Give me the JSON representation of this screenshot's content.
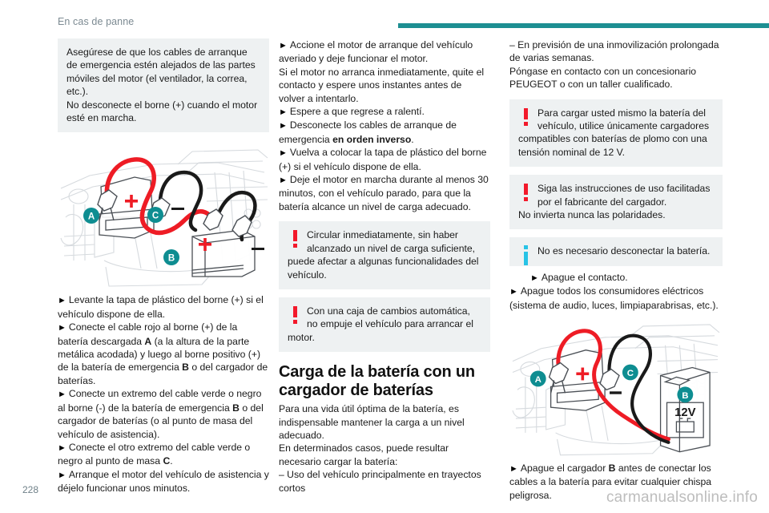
{
  "header": {
    "title": "En cas de panne",
    "rule_color": "#1d8f92"
  },
  "footer": {
    "page_number": "228",
    "watermark": "carmanualsonline.info"
  },
  "colors": {
    "accent_teal": "#1d8f92",
    "warning_red": "#f3192b",
    "info_cyan": "#28c3e6",
    "note_bg": "#eef1f2",
    "cable_red": "#ee1c25",
    "cable_black": "#1a1a1a"
  },
  "column1": {
    "warning_box": {
      "icon": "none",
      "text": "Asegúrese de que los cables de arranque de emergencia estén alejados de las partes móviles del motor (el ventilador, la correa, etc.).\nNo desconecte el borne (+) cuando el motor esté en marcha."
    },
    "figure": {
      "name": "jump-start-diagram",
      "labels": [
        "A",
        "B",
        "C"
      ],
      "plus_signs": [
        "+",
        "+"
      ],
      "minus_signs": [
        "–",
        "–"
      ]
    },
    "steps": [
      {
        "marker": "►",
        "text": "Levante la tapa de plástico del borne (+) si el vehículo dispone de ella."
      },
      {
        "marker": "►",
        "text_pre": "Conecte el cable rojo al borne (+) de la batería descargada ",
        "bold1": "A",
        "text_mid": " (a la altura de la parte metálica acodada) y luego al borne positivo (+) de la batería de emergencia ",
        "bold2": "B",
        "text_post": " o del cargador de baterías."
      },
      {
        "marker": "►",
        "text_pre": "Conecte un extremo del cable verde o negro al borne (-) de la batería de emergencia ",
        "bold1": "B",
        "text_post": " o del cargador de baterías (o al punto de masa del vehículo de asistencia)."
      },
      {
        "marker": "►",
        "text_pre": "Conecte el otro extremo del cable verde o negro al punto de masa ",
        "bold1": "C",
        "text_post": "."
      },
      {
        "marker": "►",
        "text": "Arranque el motor del vehículo de asistencia y déjelo funcionar unos minutos."
      }
    ]
  },
  "column2": {
    "steps_top": [
      {
        "marker": "►",
        "text": "Accione el motor de arranque del vehículo averiado y deje funcionar el motor."
      },
      {
        "marker": "",
        "text": "Si el motor no arranca inmediatamente, quite el contacto y espere unos instantes antes de volver a intentarlo."
      },
      {
        "marker": "►",
        "text": "Espere a que regrese a ralentí."
      },
      {
        "marker": "►",
        "text_pre": "Desconecte los cables de arranque de emergencia ",
        "bold1": "en orden inverso",
        "text_post": "."
      },
      {
        "marker": "►",
        "text": "Vuelva a colocar la tapa de plástico del borne (+) si el vehículo dispone de ella."
      },
      {
        "marker": "►",
        "text": "Deje el motor en marcha durante al menos 30 minutos, con el vehículo parado, para que la batería alcance un nivel de carga adecuado."
      }
    ],
    "warning_box_1": {
      "icon": "warning-icon",
      "text": "Circular inmediatamente, sin haber alcanzado un nivel de carga suficiente, puede afectar a algunas funcionalidades del vehículo."
    },
    "warning_box_2": {
      "icon": "warning-icon",
      "text": "Con una caja de cambios automática, no empuje el vehículo para arrancar el motor."
    },
    "section_heading": "Carga de la batería con un cargador de baterías",
    "body_paragraphs": [
      "Para una vida útil óptima de la batería, es indispensable mantener la carga a un nivel adecuado.",
      "En determinados casos, puede resultar necesario cargar la batería:"
    ],
    "dash_item": "– Uso del vehículo principalmente en trayectos cortos"
  },
  "column3": {
    "dash_item": "– En previsión de una inmovilización prolongada de varias semanas.",
    "paragraph": "Póngase en contacto con un concesionario PEUGEOT o con un taller cualificado.",
    "warning_box_1": {
      "icon": "warning-icon",
      "text": "Para cargar usted mismo la batería del vehículo, utilice únicamente cargadores compatibles con baterías de plomo con una tensión nominal de 12 V."
    },
    "warning_box_2": {
      "icon": "warning-icon",
      "text": "Siga las instrucciones de uso facilitadas por el fabricante del cargador.\nNo invierta nunca las polaridades."
    },
    "info_box": {
      "icon": "info-icon",
      "text": "No es necesario desconectar la batería."
    },
    "steps": [
      {
        "marker": "►",
        "text": "Apague el contacto.",
        "indent": true
      },
      {
        "marker": "►",
        "text": "Apague todos los consumidores eléctricos (sistema de audio, luces, limpiaparabrisas, etc.).",
        "indent": false
      }
    ],
    "figure": {
      "name": "battery-charger-diagram",
      "labels": [
        "A",
        "B",
        "C"
      ],
      "charger_label": "12V",
      "plus_sign": "+",
      "minus_sign": "–"
    },
    "final_step": {
      "marker": "►",
      "text_pre": "Apague el cargador ",
      "bold1": "B",
      "text_post": " antes de conectar los cables a la batería para evitar cualquier chispa peligrosa."
    }
  }
}
